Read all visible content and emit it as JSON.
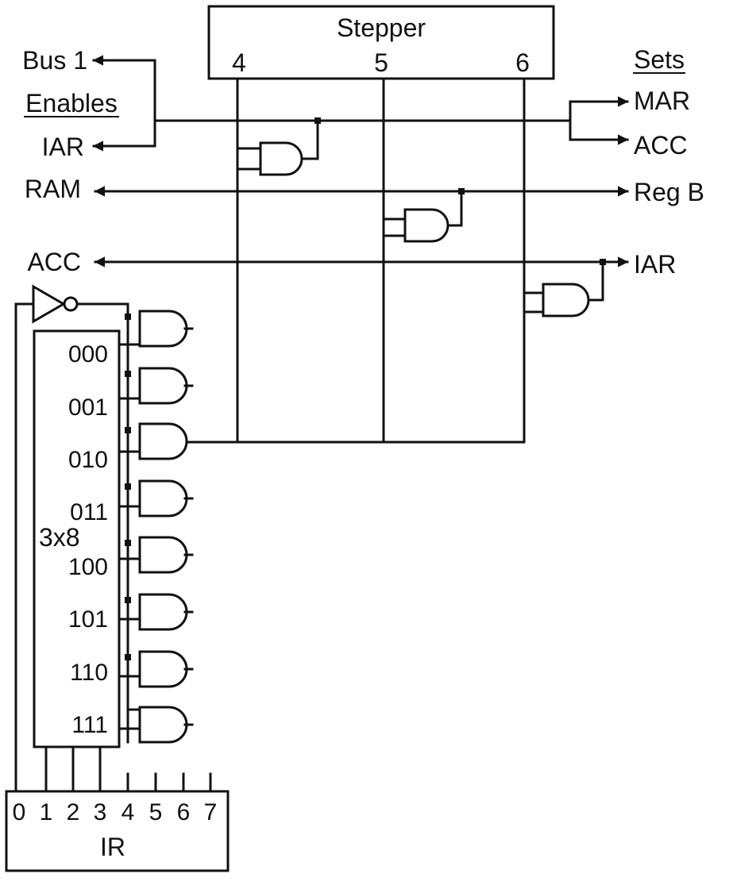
{
  "stepper": {
    "title": "Stepper",
    "step4": "4",
    "step5": "5",
    "step6": "6"
  },
  "left_labels": {
    "bus1": "Bus 1",
    "enables_heading": "Enables",
    "iar": "IAR",
    "ram": "RAM",
    "acc": "ACC"
  },
  "right_labels": {
    "sets_heading": "Sets",
    "mar": "MAR",
    "acc": "ACC",
    "regb": "Reg B",
    "iar": "IAR"
  },
  "decoder": {
    "label": "3x8",
    "outputs": [
      "000",
      "001",
      "010",
      "011",
      "100",
      "101",
      "110",
      "111"
    ]
  },
  "ir": {
    "label": "IR",
    "bits": [
      "0",
      "1",
      "2",
      "3",
      "4",
      "5",
      "6",
      "7"
    ]
  }
}
